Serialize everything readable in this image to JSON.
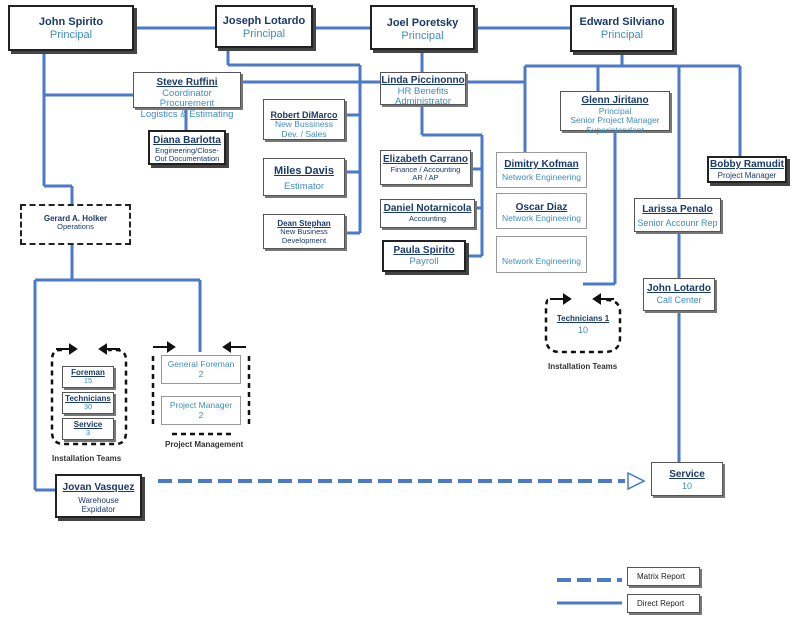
{
  "principals": [
    {
      "name": "John Spirito",
      "role": "Principal"
    },
    {
      "name": "Joseph Lotardo",
      "role": "Principal"
    },
    {
      "name": "Joel Poretsky",
      "role": "Principal"
    },
    {
      "name": "Edward Silviano",
      "role": "Principal"
    }
  ],
  "staff": {
    "steve": {
      "name": "Steve Ruffini",
      "role1": "Coordinator Procurement",
      "role2": "Logistics & Estimating"
    },
    "diana": {
      "name": "Diana Barlotta",
      "role1": "Engineering/Close-",
      "role2": "Out Documentation"
    },
    "robert": {
      "name": "Robert DiMarco",
      "role1": "New Bussiness",
      "role2": "Dev. / Sales"
    },
    "miles": {
      "name": "Miles Davis",
      "role1": "Estimator"
    },
    "dean": {
      "name": "Dean Stephan",
      "role1": "New Business",
      "role2": "Development"
    },
    "linda": {
      "name": "Linda Piccinonno",
      "role1": "HR Benefits",
      "role2": "Administrator"
    },
    "elizabeth": {
      "name": "Elizabeth Carrano",
      "role1": "Finance / Accounting",
      "role2": "AR / AP"
    },
    "daniel": {
      "name": "Daniel Notarnicola",
      "role1": "Accounting"
    },
    "paula": {
      "name": "Paula Spirito",
      "role1": "Payroll"
    },
    "glenn": {
      "name": "Glenn Jiritano",
      "role1": "Principal",
      "role2": "Senior Project Manager",
      "role3": "Superintendant"
    },
    "dimitry": {
      "name": "Dimitry Kofman",
      "role1": "Network Engineering"
    },
    "oscar": {
      "name": "Oscar Diaz",
      "role1": "Network Engineering"
    },
    "vacant": {
      "role1": "Network Engineering"
    },
    "bobby": {
      "name": "Bobby Ramudit",
      "role1": "Project Manager"
    },
    "larissa": {
      "name": "Larissa Penalo",
      "role1": "Senior Accounr Rep"
    },
    "johnl": {
      "name": "John Lotardo",
      "role1": "Call Center"
    },
    "gerard": {
      "name": "Gerard A. Holker",
      "role1": "Operations"
    },
    "jovan": {
      "name": "Jovan Vasquez",
      "role1": "Warehouse",
      "role2": "Expidator"
    },
    "service10": {
      "name": "Service",
      "count": "10"
    },
    "tech1": {
      "name": "Technicians 1",
      "count": "10"
    }
  },
  "teams": {
    "foreman": {
      "name": "Foreman",
      "count": "15"
    },
    "technicians": {
      "name": "Technicians",
      "count": "30"
    },
    "service": {
      "name": "Service",
      "count": "3"
    },
    "general_foreman": {
      "name": "General Foreman",
      "count": "2"
    },
    "project_manager": {
      "name": "Project Manager",
      "count": "2"
    }
  },
  "captions": {
    "installation_left": "Installation Teams",
    "project_mgmt": "Project Management",
    "installation_right": "Installation Teams"
  },
  "legend": {
    "matrix": "Matrix Report",
    "direct": "Direct Report"
  },
  "colors": {
    "line": "#4a7ac8",
    "name": "#1a3a6b",
    "role": "#3f8dbf"
  }
}
